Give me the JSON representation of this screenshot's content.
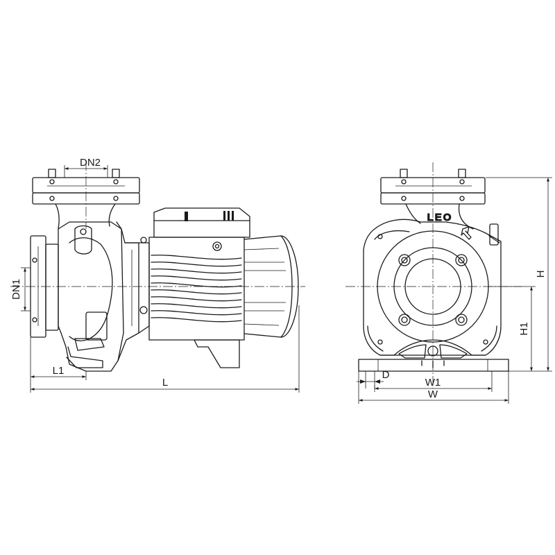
{
  "drawing": {
    "side_view": {
      "dim_outlet": "DN2",
      "dim_inlet": "DN1",
      "dim_flange_offset": "L1",
      "dim_overall_length": "L"
    },
    "front_view": {
      "logo_text": "LEO",
      "dim_foot_hole": "D",
      "dim_foot_spacing": "W1",
      "dim_overall_width": "W",
      "dim_shaft_height": "H1",
      "dim_overall_height": "H"
    }
  }
}
